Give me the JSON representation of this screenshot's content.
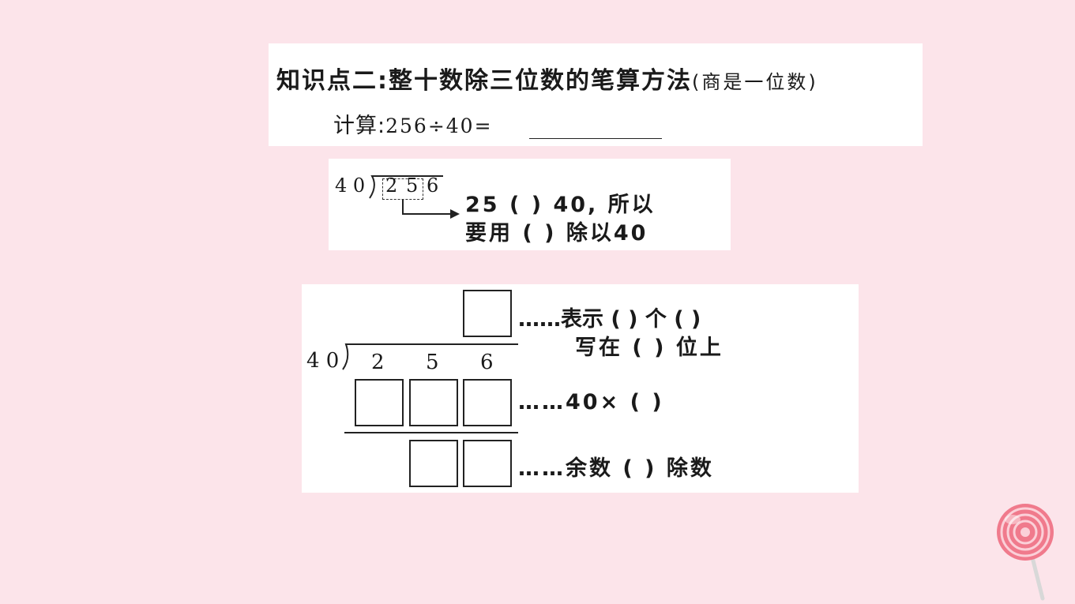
{
  "section": {
    "title": "知识点二:整十数除三位数的笔算方法",
    "title_note": "(商是一位数)",
    "calc_label": "计算:",
    "calc_expr": "256÷40="
  },
  "panel1": {
    "divisor": "4 0",
    "dividend_digits": [
      "2",
      "5",
      "6"
    ],
    "line1": "25 (      ) 40, 所以",
    "line2": "要用 (      ) 除以40"
  },
  "panel2": {
    "divisor": "4 0",
    "dividend_digits": [
      "2",
      "5",
      "6"
    ],
    "quotient_note_line1": "……表示 (      ) 个 (      )",
    "quotient_note_line2": "写在 (      ) 位上",
    "product_note": "……40× (      )",
    "remainder_note": "……余数 (         ) 除数"
  },
  "decor": {
    "lollipop_colors": [
      "#f07a8c",
      "#fbd0d8",
      "#e9e9e9"
    ]
  }
}
